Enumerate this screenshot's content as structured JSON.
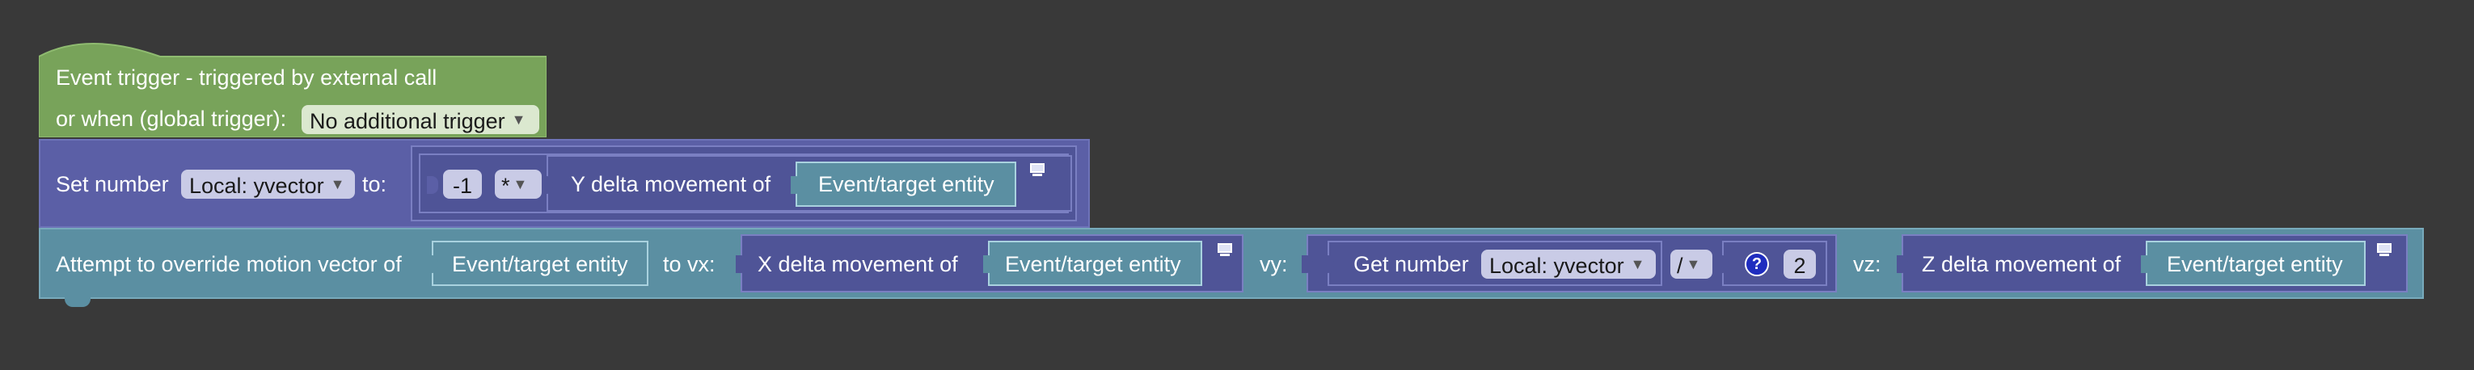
{
  "colors": {
    "background": "#393939",
    "event_block": "#78a35a",
    "set_block": "#5b5fa6",
    "override_block": "#5b8fa2",
    "value_block": "#4f5497",
    "entity_block": "#5b8fa2",
    "dropdown_field": "#c9cbe6",
    "help_icon": "#1f2dbf"
  },
  "event_block": {
    "line1": "Event trigger - triggered by external call",
    "line2_label": "or when (global trigger):",
    "trigger_dropdown": "No additional trigger"
  },
  "set_block": {
    "label": "Set number",
    "variable_dropdown": "Local: yvector",
    "to_label": "to:",
    "number_value": "-1",
    "operator_dropdown": "*",
    "y_delta_label": "Y delta movement of",
    "entity_label": "Event/target entity",
    "entity_icon": "computer-icon"
  },
  "override_block": {
    "label": "Attempt to override motion vector of",
    "entity_label": "Event/target entity",
    "vx_label": "to vx:",
    "x_delta_label": "X delta movement of",
    "x_entity_label": "Event/target entity",
    "x_entity_icon": "computer-icon",
    "vy_label": "vy:",
    "get_number_label": "Get number",
    "get_variable_dropdown": "Local: yvector",
    "divide_operator": "/",
    "help_icon": "?",
    "divisor_value": "2",
    "vz_label": "vz:",
    "z_delta_label": "Z delta movement of",
    "z_entity_label": "Event/target entity",
    "z_entity_icon": "computer-icon"
  }
}
